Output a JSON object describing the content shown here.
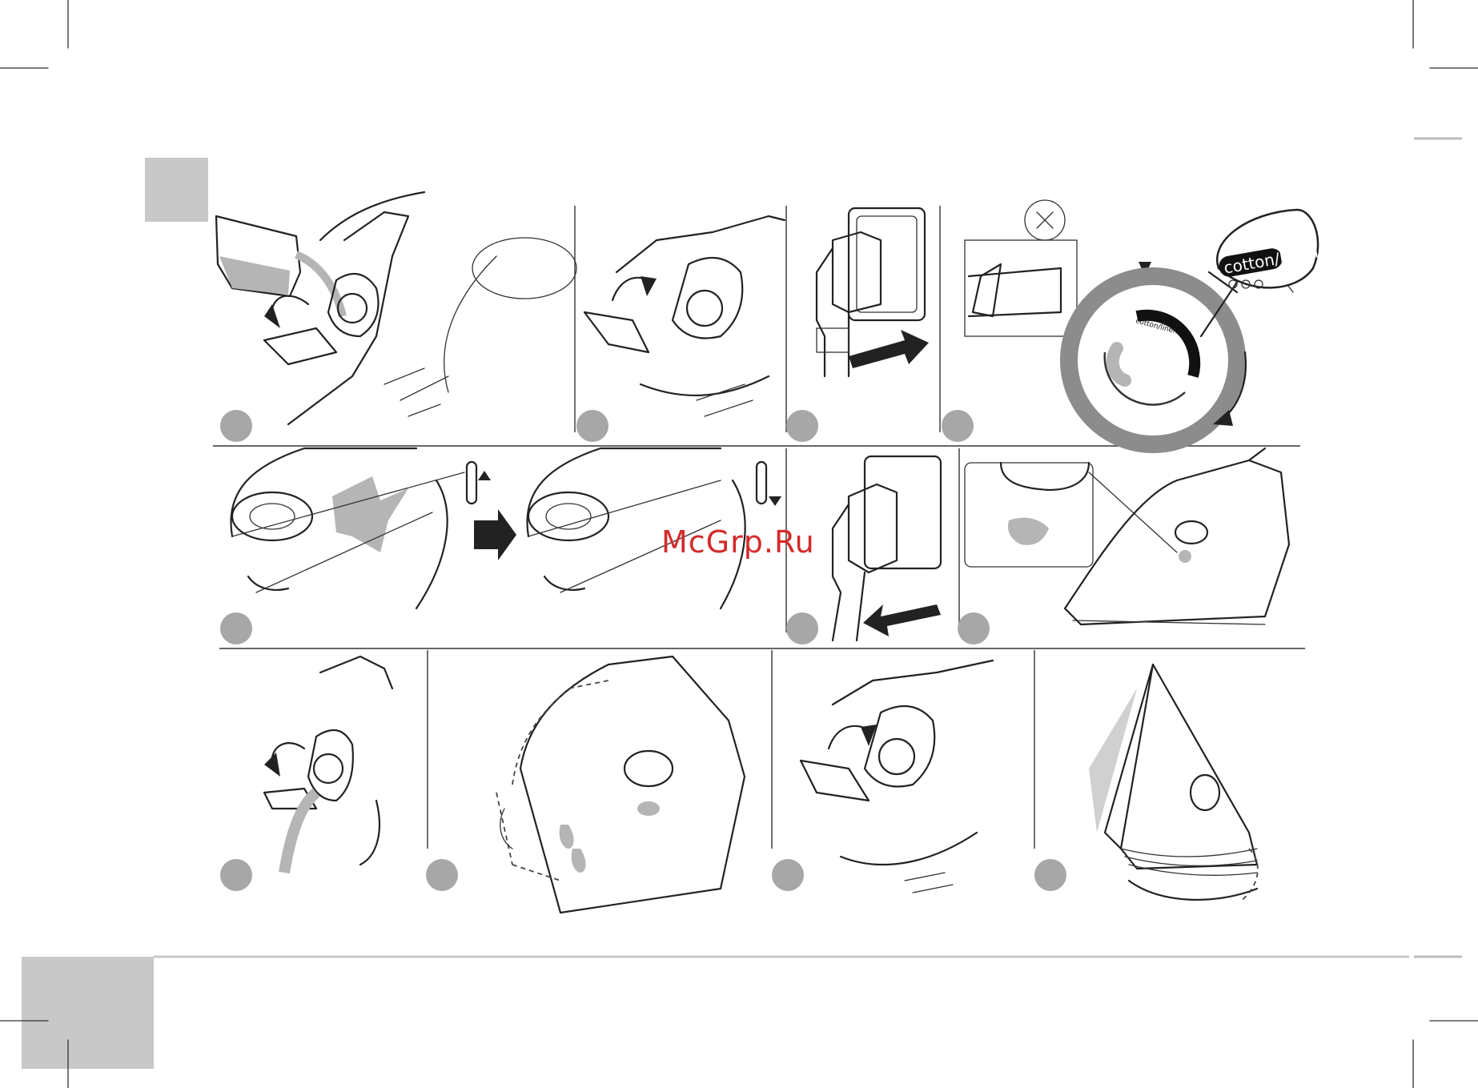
{
  "watermark": "McGrp.Ru",
  "dial": {
    "bubble_label": "cotton/linen",
    "ring_label": "cotton/linen"
  },
  "colors": {
    "badge": "#a7a7a7",
    "tab": "#c8c8c8",
    "watermark": "#d42a2a"
  }
}
